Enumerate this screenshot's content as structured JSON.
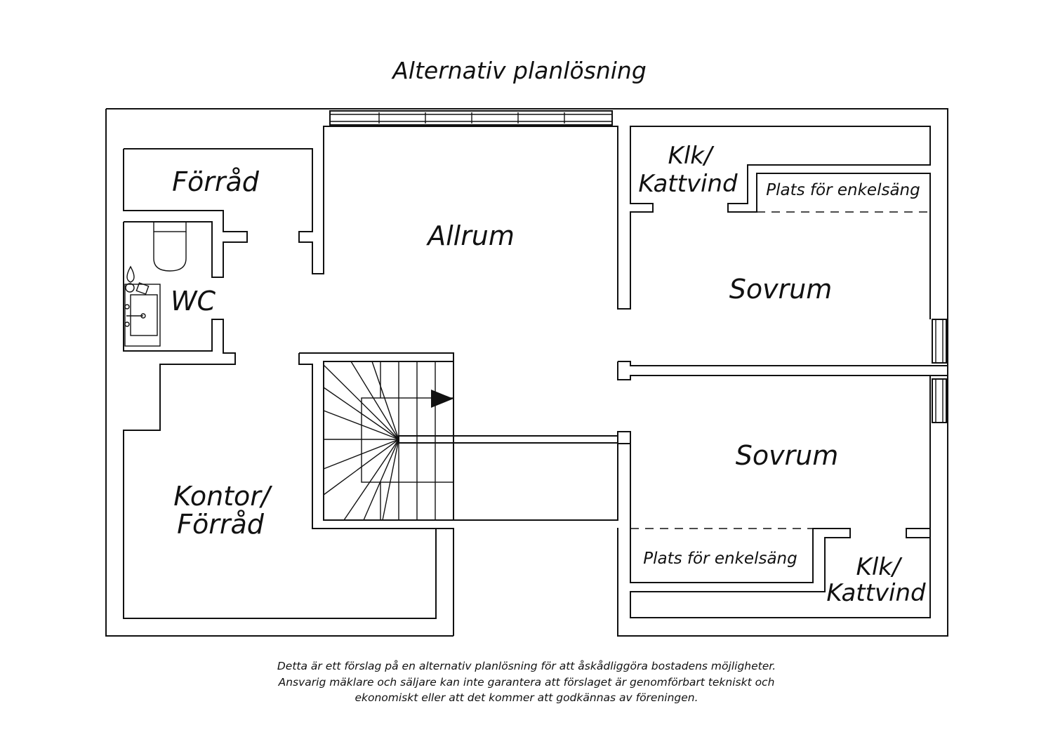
{
  "title": "Alternativ planlösning",
  "rooms": {
    "forrad": "Förråd",
    "wc": "WC",
    "allrum": "Allrum",
    "klk_top_1": "Klk/",
    "klk_top_2": "Kattvind",
    "bed_top": "Plats för enkelsäng",
    "sovrum_top": "Sovrum",
    "sovrum_bottom": "Sovrum",
    "kontor_1": "Kontor/",
    "kontor_2": "Förråd",
    "bed_bottom": "Plats för enkelsäng",
    "klk_bottom_1": "Klk/",
    "klk_bottom_2": "Kattvind"
  },
  "disclaimer": [
    "Detta är ett förslag på en alternativ planlösning för att åskådliggöra bostadens möjligheter.",
    "Ansvarig mäklare och säljare kan inte garantera att förslaget är genomförbart tekniskt och",
    "ekonomiskt eller att det kommer att godkännas av föreningen."
  ]
}
